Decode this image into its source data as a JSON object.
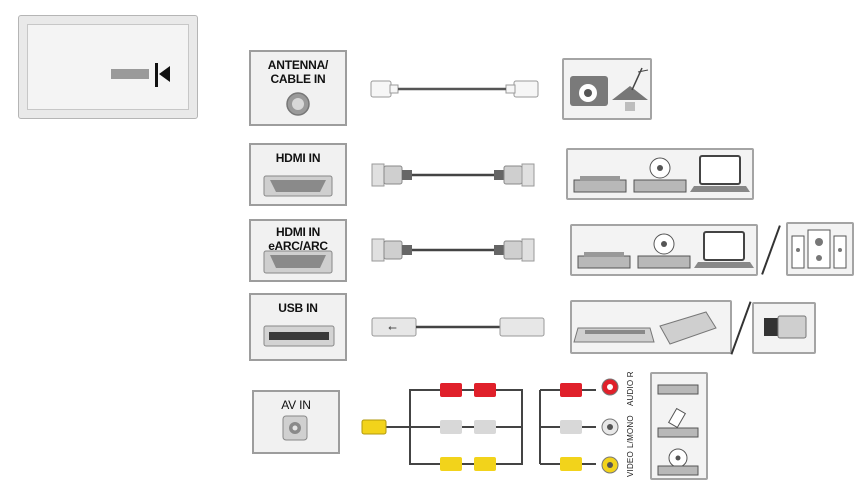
{
  "tv_panel": {
    "icon": "input-source-icon"
  },
  "ports": {
    "antenna": {
      "line1": "ANTENNA/",
      "line2": "CABLE IN"
    },
    "hdmi": {
      "label": "HDMI IN"
    },
    "hdmi_earc": {
      "line1": "HDMI IN",
      "line2": "eARC/ARC"
    },
    "usb": {
      "label": "USB IN"
    },
    "av": {
      "label": "AV IN"
    }
  },
  "av_jacks": {
    "audio_r": "AUDIO R",
    "audio_l": "L/MONO",
    "video": "VIDEO"
  },
  "colors": {
    "red": "#e0202a",
    "white": "#d8d8d8",
    "yellow": "#f2d31b",
    "frame": "#9d9d9d"
  }
}
